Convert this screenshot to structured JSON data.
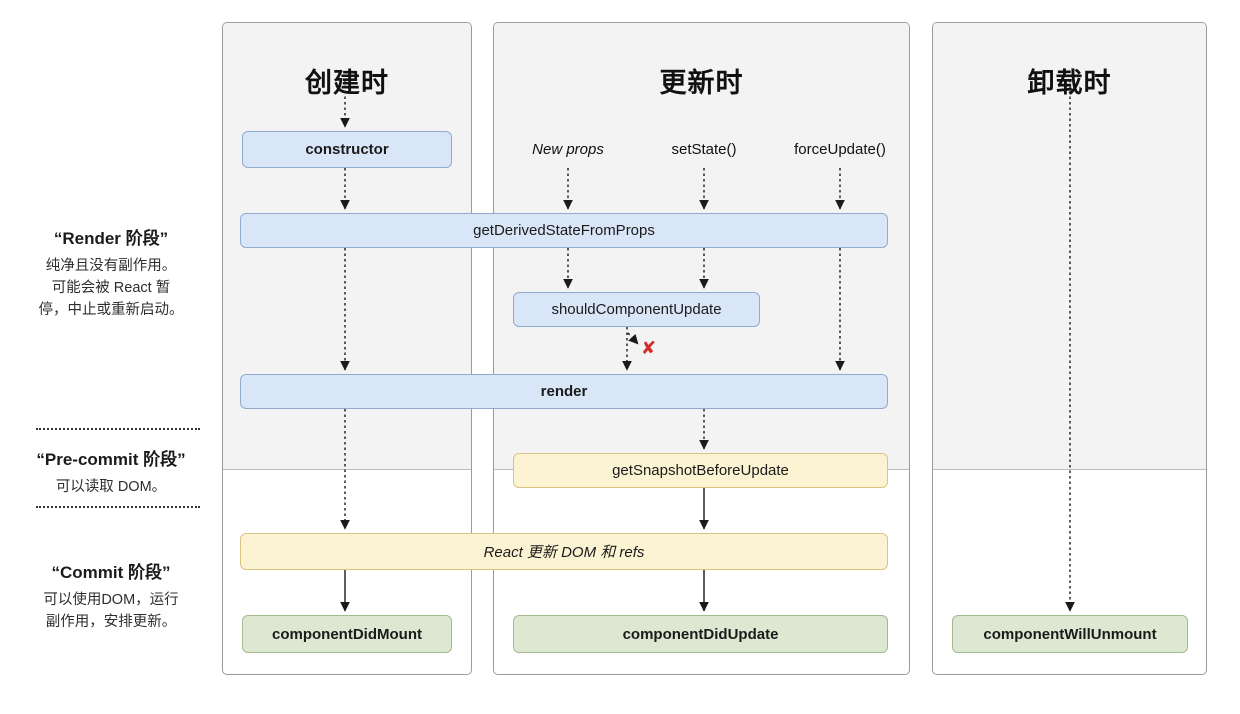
{
  "diagram": {
    "columns": [
      {
        "title": "创建时"
      },
      {
        "title": "更新时"
      },
      {
        "title": "卸载时"
      }
    ],
    "phases": {
      "render": {
        "title": "“Render 阶段”",
        "lines": [
          "纯净且没有副作用。",
          "可能会被 React 暂",
          "停，中止或重新启动。"
        ]
      },
      "pre_commit": {
        "title": "“Pre-commit 阶段”",
        "lines": [
          "可以读取 DOM。"
        ]
      },
      "commit": {
        "title": "“Commit 阶段”",
        "lines": [
          "可以使用DOM，运行",
          "副作用，安排更新。"
        ]
      }
    },
    "triggers": [
      {
        "label": "New props"
      },
      {
        "label": "setState()"
      },
      {
        "label": "forceUpdate()"
      }
    ],
    "boxes": {
      "constructor_box": "constructor",
      "get_derived_state_from_props": "getDerivedStateFromProps",
      "should_component_update": "shouldComponentUpdate",
      "render_box": "render",
      "get_snapshot_before_update": "getSnapshotBeforeUpdate",
      "react_updates_dom": "React 更新 DOM 和 refs",
      "component_did_mount": "componentDidMount",
      "component_did_update": "componentDidUpdate",
      "component_will_unmount": "componentWillUnmount"
    },
    "marks": {
      "cancel_x": "✘"
    },
    "colors": {
      "box_blue": "#d9e6f8",
      "box_blue_border": "#91abce",
      "box_yellow": "#fcf3d2",
      "box_yellow_border": "#d9c481",
      "box_green": "#dce8d1",
      "box_green_border": "#a4ba90",
      "phase_shade": "#f3f3f3",
      "cancel_red": "#d22c2c"
    }
  }
}
